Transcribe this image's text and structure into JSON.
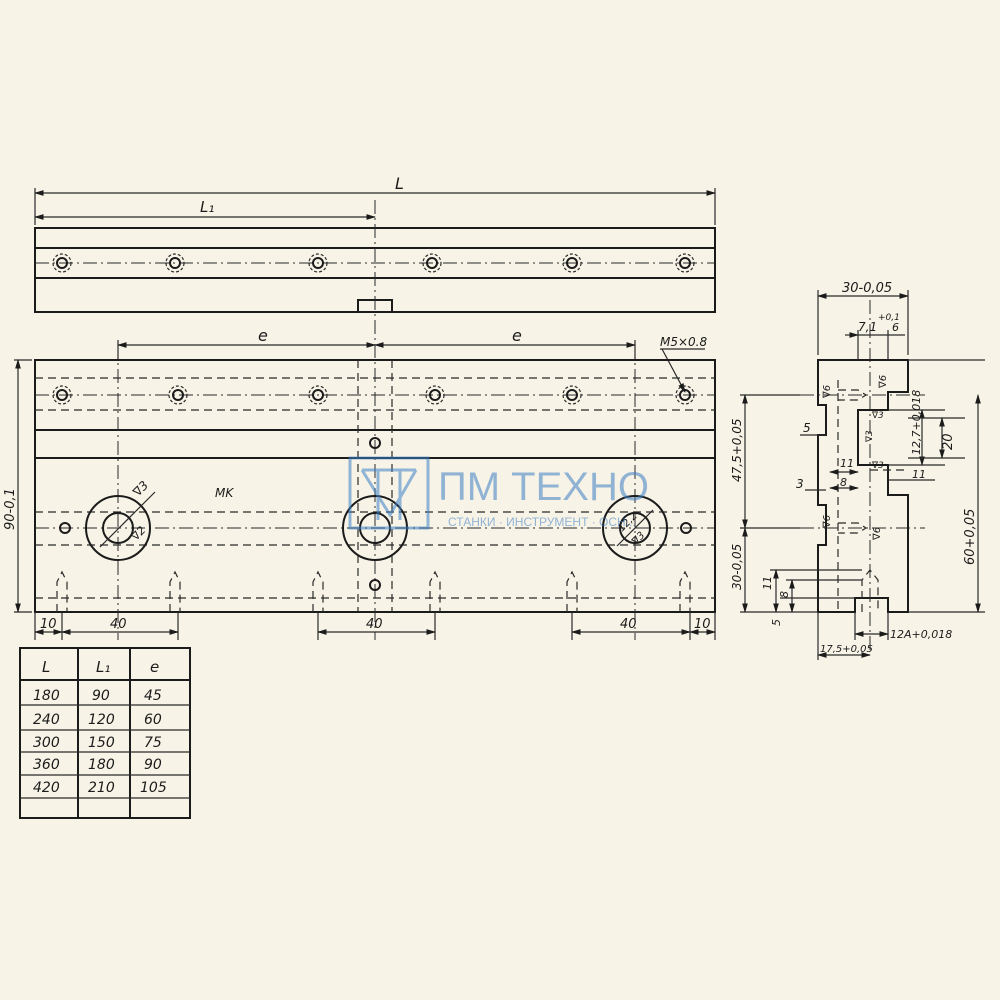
{
  "main_view": {
    "dim_L": "L",
    "dim_L1": "L₁",
    "dim_e_left": "e",
    "dim_e_right": "e",
    "thread_callout": "M5×0.8",
    "height_tol": "90-0,1",
    "roughness_boss": "∇3",
    "roughness_hole": "∇2",
    "roughness_right": "∇3",
    "hole_note": "12,2",
    "mk": "MK",
    "dims_bottom": [
      "10",
      "40",
      "40",
      "40",
      "10"
    ]
  },
  "side_view": {
    "width": "30-0,05",
    "d71": "7,1",
    "d71_tol": "+0,1",
    "d6_top": "6",
    "d5": "5",
    "d11a": "11",
    "d8a": "8",
    "d3": "3",
    "d47": "47,5+0,05",
    "d30": "30-0,05",
    "d11b": "11",
    "d8b": "8",
    "d5b": "5",
    "d12a": "12A+0,018",
    "d175": "17,5+0,05",
    "d12slot": "12,7+0,018",
    "d20": "20",
    "d11c": "11",
    "d60": "60+0,05",
    "r6a": "∇6",
    "r6b": "∇6",
    "r6c": "∇6",
    "r6d": "∇6",
    "r3a": "∇3",
    "r3b": "∇3",
    "r3c": "∇3"
  },
  "watermark": {
    "brand": "ПМ ТЕХНО",
    "tagline": "СТАНКИ · ИНСТРУМЕНТ · ОСН..."
  },
  "table": {
    "headers": [
      "L",
      "L₁",
      "e"
    ],
    "rows": [
      [
        "180",
        "90",
        "45"
      ],
      [
        "240",
        "120",
        "60"
      ],
      [
        "300",
        "150",
        "75"
      ],
      [
        "360",
        "180",
        "90"
      ],
      [
        "420",
        "210",
        "105"
      ]
    ]
  }
}
